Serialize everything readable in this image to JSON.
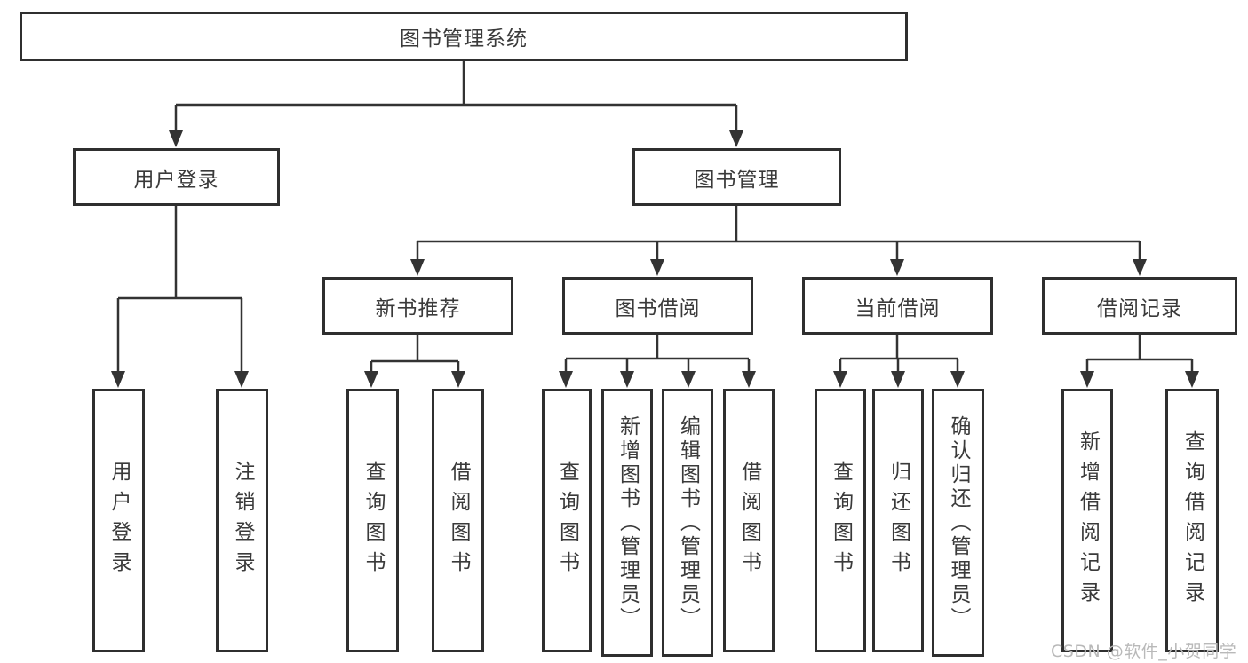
{
  "tree": {
    "root": {
      "label": "图书管理系统"
    },
    "branches": [
      {
        "label": "用户登录"
      },
      {
        "label": "图书管理"
      }
    ],
    "modules": [
      {
        "label": "新书推荐"
      },
      {
        "label": "图书借阅"
      },
      {
        "label": "当前借阅"
      },
      {
        "label": "借阅记录"
      }
    ],
    "leaves": [
      {
        "label": "用户登录"
      },
      {
        "label": "注销登录"
      },
      {
        "label": "查询图书"
      },
      {
        "label": "借阅图书"
      },
      {
        "label": "查询图书"
      },
      {
        "label": "新增图书（管理员）"
      },
      {
        "label": "编辑图书（管理员）"
      },
      {
        "label": "借阅图书"
      },
      {
        "label": "查询图书"
      },
      {
        "label": "归还图书"
      },
      {
        "label": "确认归还（管理员）"
      },
      {
        "label": "新增借阅记录"
      },
      {
        "label": "查询借阅记录"
      }
    ]
  },
  "watermark": {
    "text": "CSDN @软件_小贺同学"
  },
  "colors": {
    "line": "#333333",
    "border": "#2f2f2f",
    "text": "#3a3a3a",
    "watermark": "#b9b9b9",
    "background": "#ffffff"
  }
}
